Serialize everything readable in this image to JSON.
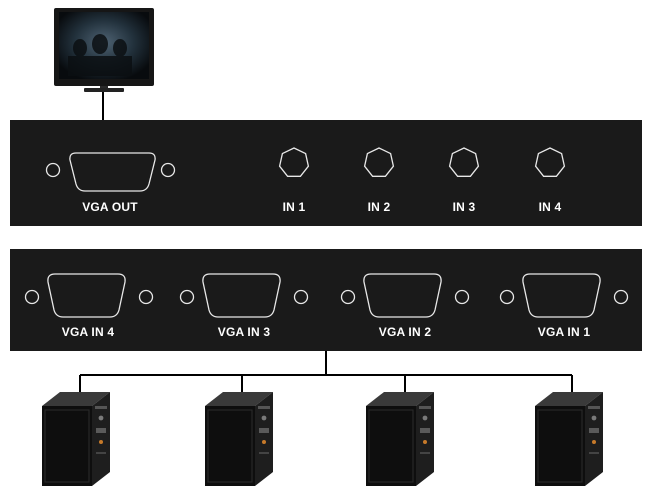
{
  "top_panel": {
    "output_label": "VGA OUT",
    "input_labels": [
      "IN 1",
      "IN 2",
      "IN 3",
      "IN 4"
    ]
  },
  "bottom_panel": {
    "port_labels": [
      "VGA IN 4",
      "VGA IN 3",
      "VGA IN 2",
      "VGA IN 1"
    ]
  },
  "computer_count": 4,
  "colors": {
    "panel": "#1a1a1a",
    "port_outline": "#e8e8e8",
    "label": "#ffffff",
    "cable": "#000000"
  }
}
